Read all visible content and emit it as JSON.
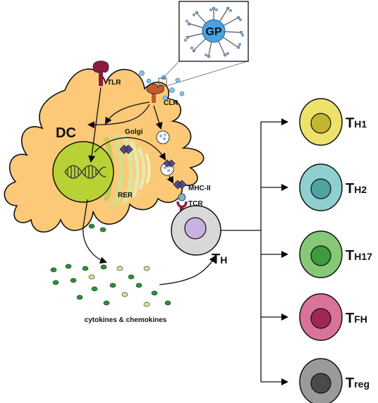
{
  "labels": {
    "gp": "GP",
    "tlr": "TLR",
    "clr": "CLR",
    "dc": "DC",
    "golgi": "Golgi",
    "rer": "RER",
    "mhc": "MHC-II",
    "tcr": "TCR",
    "th_main": "T",
    "th_main_sub": "H",
    "cytokines": "cytokines & chemokines"
  },
  "subsets": [
    {
      "big": "T",
      "sub": "H1",
      "color_outer": "#ede36a",
      "color_inner": "#c3b530"
    },
    {
      "big": "T",
      "sub": "H2",
      "color_outer": "#8fcfcf",
      "color_inner": "#4fa3a3"
    },
    {
      "big": "T",
      "sub": "H17",
      "color_outer": "#86c878",
      "color_inner": "#3d9a3e"
    },
    {
      "big": "T",
      "sub": "FH",
      "color_outer": "#d9739a",
      "color_inner": "#a1275a"
    },
    {
      "big": "T",
      "sub": "reg",
      "color_outer": "#9a9a9a",
      "color_inner": "#4a4a4a"
    }
  ],
  "colors": {
    "dc_fill": "#fcc978",
    "nucleus_fill": "#b8d235",
    "golgi_fill": "#d8e8a0",
    "th_outer": "#d8d8d8",
    "th_inner": "#c7b2e0",
    "receptor_tlr": "#8d1d3f",
    "receptor_clr": "#c7592e",
    "dots_green": "#2f8f3a",
    "dots_light": "#d8e89a",
    "vesicle_blue": "#8cc0e6"
  }
}
